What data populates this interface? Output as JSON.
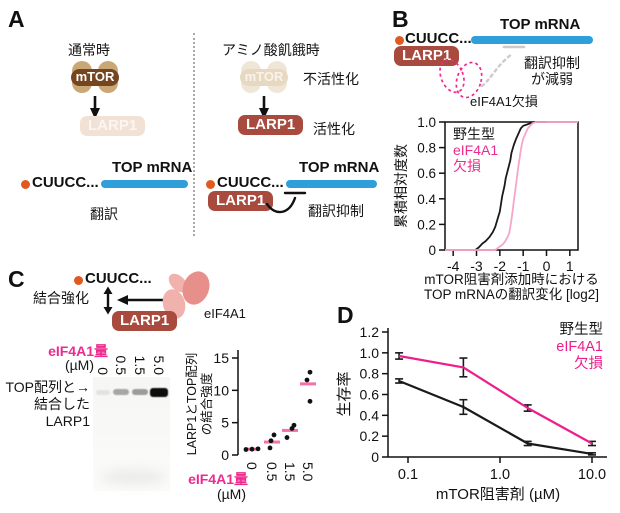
{
  "colors": {
    "accent_pink": "#ed2a8d",
    "larp1_red": "#a84a3e",
    "mrna_blue": "#2f9ed9",
    "cap_orange": "#e05a20"
  },
  "panels": {
    "a": {
      "label": "A",
      "normal": {
        "title": "通常時",
        "mtor": "mTOR",
        "larp1": "LARP1",
        "cap": "CUUCC...",
        "mrna": "TOP mRNA",
        "caption": "翻訳"
      },
      "starved": {
        "title": "アミノ酸飢餓時",
        "mtor": "mTOR",
        "mtor_state": "不活性化",
        "larp1": "LARP1",
        "larp1_state": "活性化",
        "cap": "CUUCC...",
        "mrna": "TOP mRNA",
        "bound_larp1": "LARP1",
        "caption": "翻訳抑制"
      }
    },
    "b": {
      "label": "B",
      "cap": "CUUCC...",
      "mrna": "TOP mRNA",
      "larp1": "LARP1",
      "note_line1": "翻訳抑制",
      "note_line2": "が減弱",
      "eif4a1_note": "eIF4A1欠損"
    },
    "c": {
      "label": "C",
      "cap": "CUUCC...",
      "binding": "結合強化",
      "larp1": "LARP1",
      "eif4a1": "eIF4A1",
      "gel": {
        "dose_label": "eIF4A1量",
        "dose_unit": "(µM)",
        "lanes": [
          "0",
          "0.5",
          "1.5",
          "5.0"
        ],
        "band_lines": [
          "TOP配列と→",
          "結合した",
          "LARP1"
        ]
      }
    },
    "d": {
      "label": "D"
    }
  },
  "chart_data": [
    {
      "id": "top-mrna-cdf",
      "type": "line",
      "ylabel": "累積相対度数",
      "xlabel_lines": [
        "mTOR阻害剤添加時における",
        "TOP mRNAの翻訳変化 [log2]"
      ],
      "xlim": [
        -4.35,
        1.35
      ],
      "ylim": [
        0,
        1.0
      ],
      "xticks": [
        -4,
        -3,
        -2,
        -1,
        0,
        1
      ],
      "yticks": [
        0,
        0.2,
        0.4,
        0.6,
        0.8,
        1.0
      ],
      "legend": [
        {
          "label": "野生型",
          "color": "#1a1a1a"
        },
        {
          "label": "eIF4A1",
          "color": "#ed2a8d"
        },
        {
          "label": "欠損",
          "color": "#ed2a8d"
        }
      ],
      "series": [
        {
          "name": "野生型",
          "color": "#1a1a1a",
          "points": [
            [
              -3.05,
              0
            ],
            [
              -2.9,
              0.02
            ],
            [
              -2.75,
              0.05
            ],
            [
              -2.6,
              0.07
            ],
            [
              -2.45,
              0.1
            ],
            [
              -2.3,
              0.14
            ],
            [
              -2.2,
              0.18
            ],
            [
              -2.1,
              0.24
            ],
            [
              -2.0,
              0.3
            ],
            [
              -1.95,
              0.36
            ],
            [
              -1.9,
              0.42
            ],
            [
              -1.8,
              0.5
            ],
            [
              -1.75,
              0.56
            ],
            [
              -1.65,
              0.63
            ],
            [
              -1.55,
              0.7
            ],
            [
              -1.5,
              0.76
            ],
            [
              -1.4,
              0.82
            ],
            [
              -1.3,
              0.87
            ],
            [
              -1.2,
              0.91
            ],
            [
              -1.1,
              0.95
            ],
            [
              -1.0,
              0.97
            ],
            [
              -0.85,
              0.98
            ],
            [
              -0.7,
              0.99
            ],
            [
              -0.55,
              1.0
            ],
            [
              0.0,
              1.0
            ]
          ]
        },
        {
          "name": "eIF4A1欠損",
          "color": "#f6a6c8",
          "points": [
            [
              -4.35,
              0
            ],
            [
              -2.2,
              0
            ],
            [
              -2.05,
              0.02
            ],
            [
              -1.9,
              0.04
            ],
            [
              -1.8,
              0.06
            ],
            [
              -1.7,
              0.09
            ],
            [
              -1.6,
              0.13
            ],
            [
              -1.55,
              0.18
            ],
            [
              -1.5,
              0.24
            ],
            [
              -1.45,
              0.31
            ],
            [
              -1.4,
              0.38
            ],
            [
              -1.35,
              0.45
            ],
            [
              -1.3,
              0.52
            ],
            [
              -1.25,
              0.59
            ],
            [
              -1.2,
              0.66
            ],
            [
              -1.15,
              0.72
            ],
            [
              -1.1,
              0.78
            ],
            [
              -1.05,
              0.83
            ],
            [
              -1.0,
              0.87
            ],
            [
              -0.9,
              0.91
            ],
            [
              -0.8,
              0.95
            ],
            [
              -0.7,
              0.97
            ],
            [
              -0.6,
              0.99
            ],
            [
              -0.45,
              1.0
            ],
            [
              1.35,
              1.0
            ]
          ]
        }
      ]
    },
    {
      "id": "larp1-binding-scatter",
      "type": "scatter",
      "ylabel_lines": [
        "LARP1とTOP配列",
        "の結合強度"
      ],
      "xlabel": "eIF4A1量",
      "xlabel_unit": "(µM)",
      "categories": [
        "0",
        "0.5",
        "1.5",
        "5.0"
      ],
      "ylim": [
        0,
        15
      ],
      "yticks": [
        0,
        5,
        10,
        15
      ],
      "values": [
        [
          0.85,
          0.9,
          0.95
        ],
        [
          1.1,
          2.2,
          3.1
        ],
        [
          2.7,
          4.1,
          4.6
        ],
        [
          8.3,
          11.6,
          12.8
        ]
      ],
      "medians": [
        0.9,
        2.0,
        3.8,
        11.0
      ],
      "dot_color": "#111111",
      "median_color": "#f76fab"
    },
    {
      "id": "survival-dose",
      "type": "line",
      "xscale": "log",
      "ylabel": "生存率",
      "xlabel": "mTOR阻害剤 (µM)",
      "xticks": [
        0.1,
        1.0,
        10.0
      ],
      "xtick_labels": [
        "0.1",
        "1.0",
        "10.0"
      ],
      "ylim": [
        0,
        1.2
      ],
      "yticks": [
        0,
        0.2,
        0.4,
        0.6,
        0.8,
        1.0,
        1.2
      ],
      "error_bar_color": "#1a1a1a",
      "legend": [
        {
          "label": "野生型",
          "color": "#1a1a1a"
        },
        {
          "label": "eIF4A1",
          "color": "#ed1e8c"
        },
        {
          "label": "欠損",
          "color": "#ed1e8c"
        }
      ],
      "series": [
        {
          "name": "野生型",
          "color": "#1a1a1a",
          "x": [
            0.08,
            0.4,
            2.0,
            10.0
          ],
          "y": [
            0.73,
            0.48,
            0.13,
            0.03
          ],
          "err": [
            0.02,
            0.07,
            0.02,
            0.01
          ]
        },
        {
          "name": "eIF4A1欠損",
          "color": "#ed1e8c",
          "x": [
            0.08,
            0.4,
            2.0,
            10.0
          ],
          "y": [
            0.97,
            0.86,
            0.47,
            0.13
          ],
          "err": [
            0.03,
            0.09,
            0.03,
            0.02
          ]
        }
      ]
    }
  ]
}
